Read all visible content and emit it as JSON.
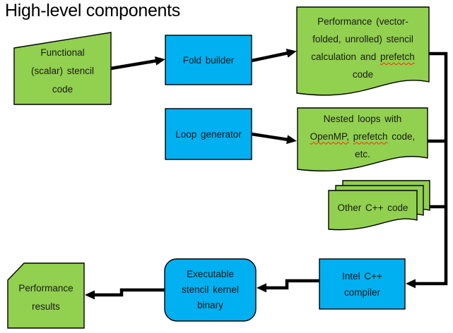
{
  "title": "High-level components",
  "colors": {
    "green": "#92D050",
    "blue": "#00B0F0",
    "connector": "#000000",
    "misspell_underline": "#FF2A00"
  },
  "nodes": {
    "functional_stencil": {
      "lines": [
        "Functional",
        "(scalar) stencil",
        "code"
      ]
    },
    "fold_builder": {
      "label": "Fold builder"
    },
    "performance_code_doc": {
      "line1": "Performance (vector-",
      "line2": "folded, unrolled) stencil",
      "line3_plain": "calculation and",
      "line3_misspelled": "prefetch",
      "line4": "code"
    },
    "loop_generator": {
      "label": "Loop generator"
    },
    "nested_loops_doc": {
      "line1": "Nested loops with",
      "line2_misspelled_1": "OpenMP,",
      "line2_misspelled_2": "prefetch",
      "line2_plain": "code,",
      "line3": "etc."
    },
    "other_cpp_code": {
      "label": "Other C++ code"
    },
    "intel_compiler": {
      "lines": [
        "Intel C++",
        "compiler"
      ]
    },
    "executable_binary": {
      "lines": [
        "Executable",
        "stencil kernel",
        "binary"
      ]
    },
    "performance_results": {
      "lines": [
        "Performance",
        "results"
      ]
    }
  }
}
